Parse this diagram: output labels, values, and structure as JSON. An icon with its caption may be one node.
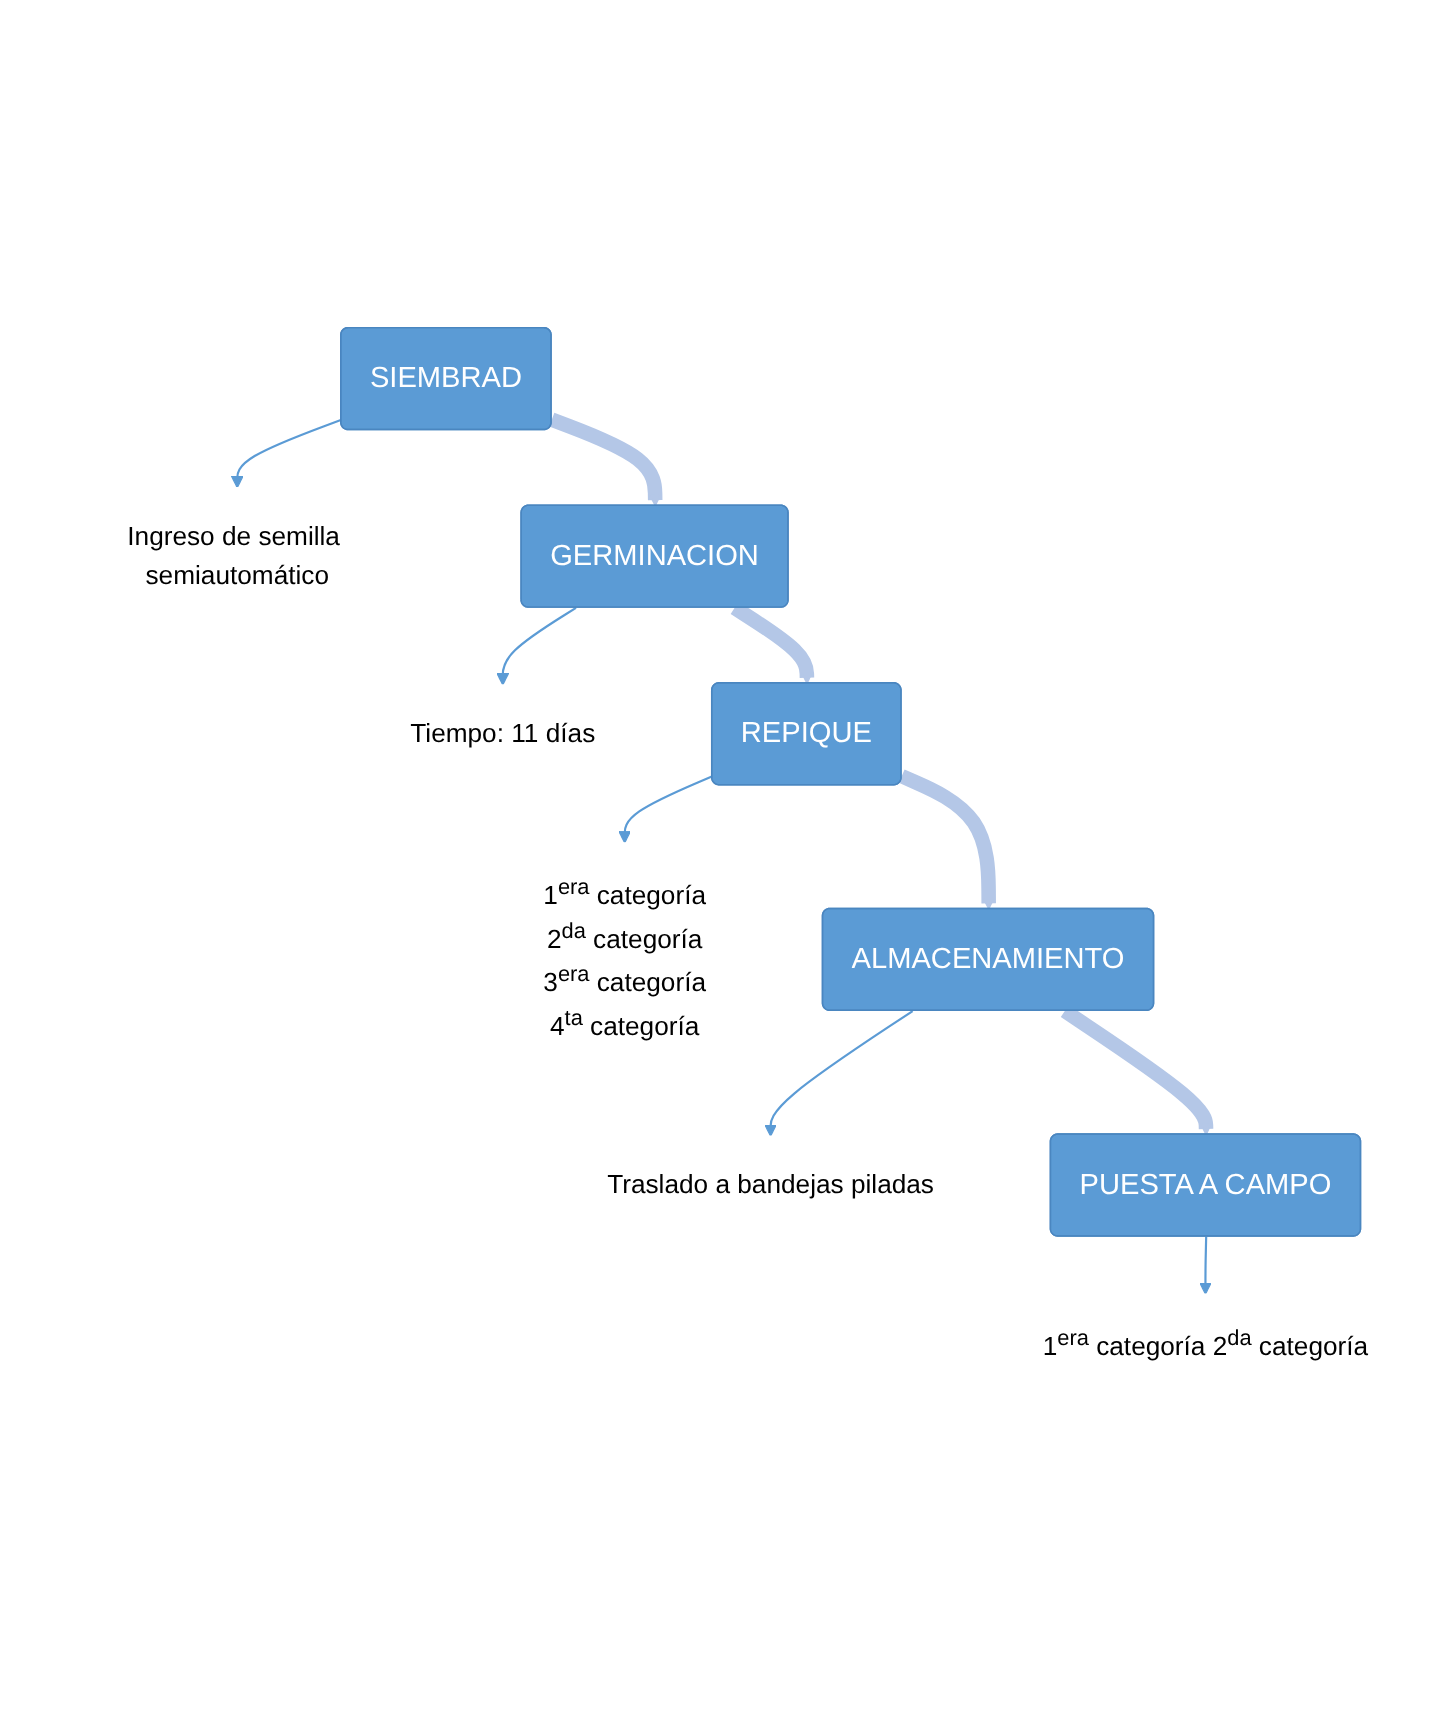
{
  "diagram": {
    "nodes": [
      {
        "text": [
          "SIEMBRAD"
        ]
      },
      {
        "text": [
          "Ingreso de semilla semiautomático"
        ]
      },
      {
        "text": [
          "GERMINACION"
        ]
      },
      {
        "text": [
          "Tiempo: 11 días"
        ]
      },
      {
        "text": [
          "REPIQUE"
        ]
      },
      {
        "text": [
          "1$^{era}$ categoría",
          "2$^{da}$ categoría",
          "3$^{era}$ categoría",
          "4$^{ta}$ categoría"
        ]
      },
      {
        "text": [
          "ALMACENAMIENTO"
        ]
      },
      {
        "text": [
          "Traslado a bandejas piladas"
        ]
      },
      {
        "text": [
          "PUESTA A CAMPO"
        ]
      },
      {
        "text": [
          "1$^{era}$ categoría 2$^{da}$ categoría"
        ]
      }
    ],
    "edges": [
      {
        "from": 0,
        "to": 1,
        "arrow": "to"
      },
      {
        "from": 0,
        "to": 2,
        "arrow": "to",
        "style": "thick",
        "color": "#b4c7e7"
      },
      {
        "from": 2,
        "to": 3,
        "arrow": "to"
      },
      {
        "from": 2,
        "to": 4,
        "arrow": "to",
        "style": "thick",
        "color": "#b4c7e7"
      },
      {
        "from": 4,
        "to": 5,
        "arrow": "to"
      },
      {
        "from": 4,
        "to": 6,
        "arrow": "to",
        "style": "thick",
        "color": "#b4c7e7"
      },
      {
        "from": 6,
        "to": 7,
        "arrow": "to"
      },
      {
        "from": 6,
        "to": 8,
        "arrow": "to",
        "style": "thick",
        "color": "#b4c7e7"
      },
      {
        "from": 8,
        "to": 9,
        "arrow": "to"
      }
    ]
  }
}
